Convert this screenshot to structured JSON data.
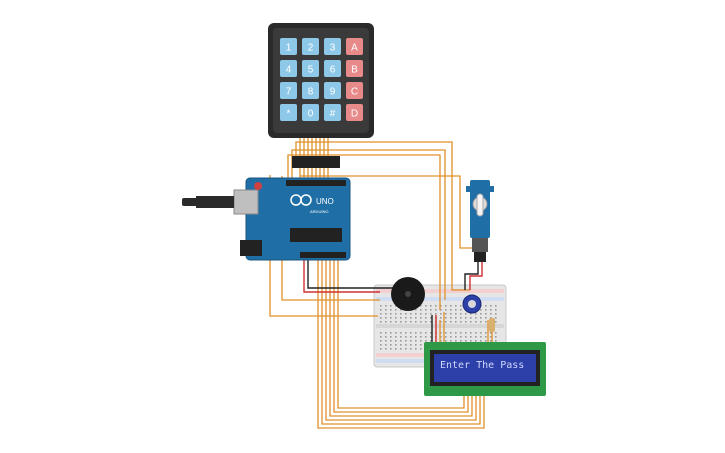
{
  "keypad": {
    "keys": [
      [
        "1",
        "2",
        "3",
        "A"
      ],
      [
        "4",
        "5",
        "6",
        "B"
      ],
      [
        "7",
        "8",
        "9",
        "C"
      ],
      [
        "*",
        "0",
        "#",
        "D"
      ]
    ],
    "digit_color": "#8ec8e8",
    "letter_color": "#e88a8a",
    "frame_color": "#2a2a2a"
  },
  "arduino": {
    "board_label": "UNO",
    "brand_label": "ARDUINO",
    "board_color": "#1f6fa6"
  },
  "lcd": {
    "text": "Enter The Pass",
    "pcb_color": "#2e9a48",
    "screen_color": "#2d3fa8",
    "text_color": "#cfd8ff"
  },
  "wire_color": "#e0902a"
}
